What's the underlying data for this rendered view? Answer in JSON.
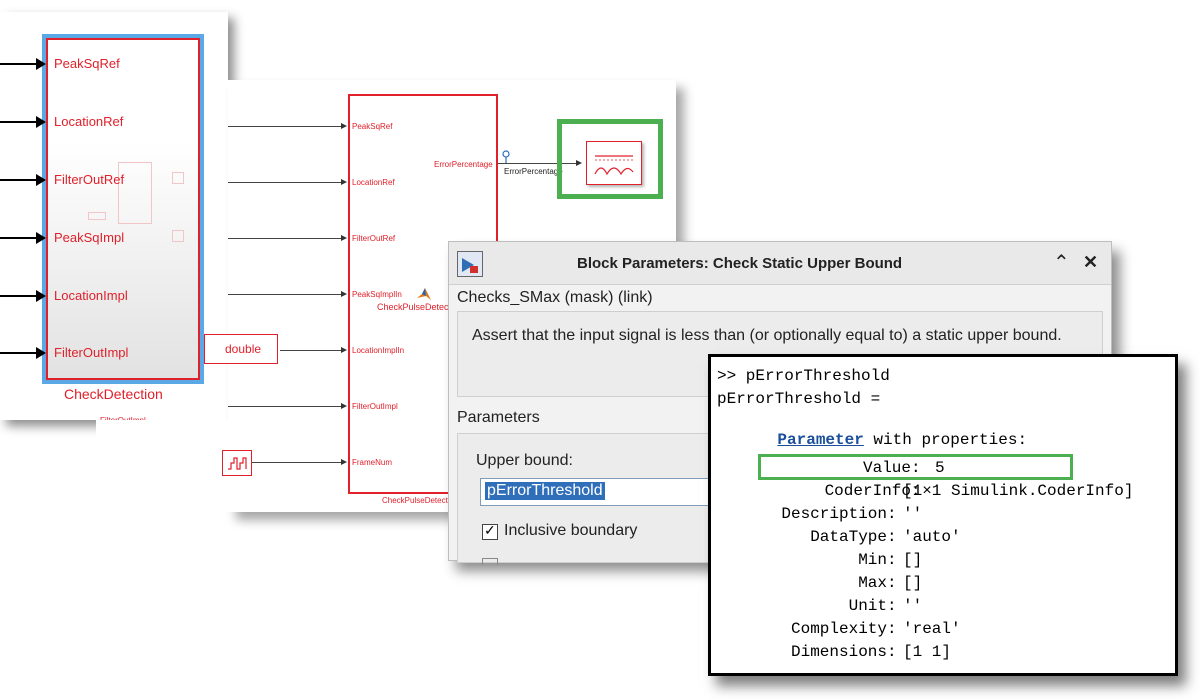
{
  "left_subsystem": {
    "ports": [
      "PeakSqRef",
      "LocationRef",
      "FilterOutRef",
      "PeakSqImpl",
      "LocationImpl",
      "FilterOutImpl"
    ],
    "name": "CheckDetection",
    "below_label": "FilterOutImpl"
  },
  "double_block": {
    "label": "double"
  },
  "pulse_subsystem": {
    "inputs": [
      "PeakSqRef",
      "LocationRef",
      "FilterOutRef",
      "PeakSqImplIn",
      "LocationImplIn",
      "FilterOutImpl",
      "FrameNum"
    ],
    "output": "ErrorPercentage",
    "name": "CheckPulseDetection",
    "inner_label": "CheckPulseDetection",
    "signal_label": "ErrorPercentage"
  },
  "dialog": {
    "title": "Block Parameters: Check Static Upper Bound",
    "minimize_symbol": "⌃",
    "close_symbol": "✕",
    "mask_label": "Checks_SMax (mask) (link)",
    "description": "Assert that the input signal is less than (or optionally equal to) a static upper bound.",
    "parameters_heading": "Parameters",
    "upper_bound_label": "Upper bound:",
    "upper_bound_value": "pErrorThreshold",
    "inclusive_label": "Inclusive boundary",
    "inclusive_checked": "✓"
  },
  "command": {
    "prompt": ">> pErrorThreshold",
    "assign": "pErrorThreshold =",
    "class_link": "Parameter",
    "class_suffix": " with properties:",
    "props": [
      {
        "name": "Value",
        "value": "5"
      },
      {
        "name": "CoderInfo",
        "value": "[1×1 Simulink.CoderInfo]"
      },
      {
        "name": "Description",
        "value": "''"
      },
      {
        "name": "DataType",
        "value": "'auto'"
      },
      {
        "name": "Min",
        "value": "[]"
      },
      {
        "name": "Max",
        "value": "[]"
      },
      {
        "name": "Unit",
        "value": "''"
      },
      {
        "name": "Complexity",
        "value": "'real'"
      },
      {
        "name": "Dimensions",
        "value": "[1 1]"
      }
    ]
  },
  "colors": {
    "highlight_green": "#4caf50",
    "block_red": "#e0202a",
    "selection_blue": "#5aa9e6"
  }
}
